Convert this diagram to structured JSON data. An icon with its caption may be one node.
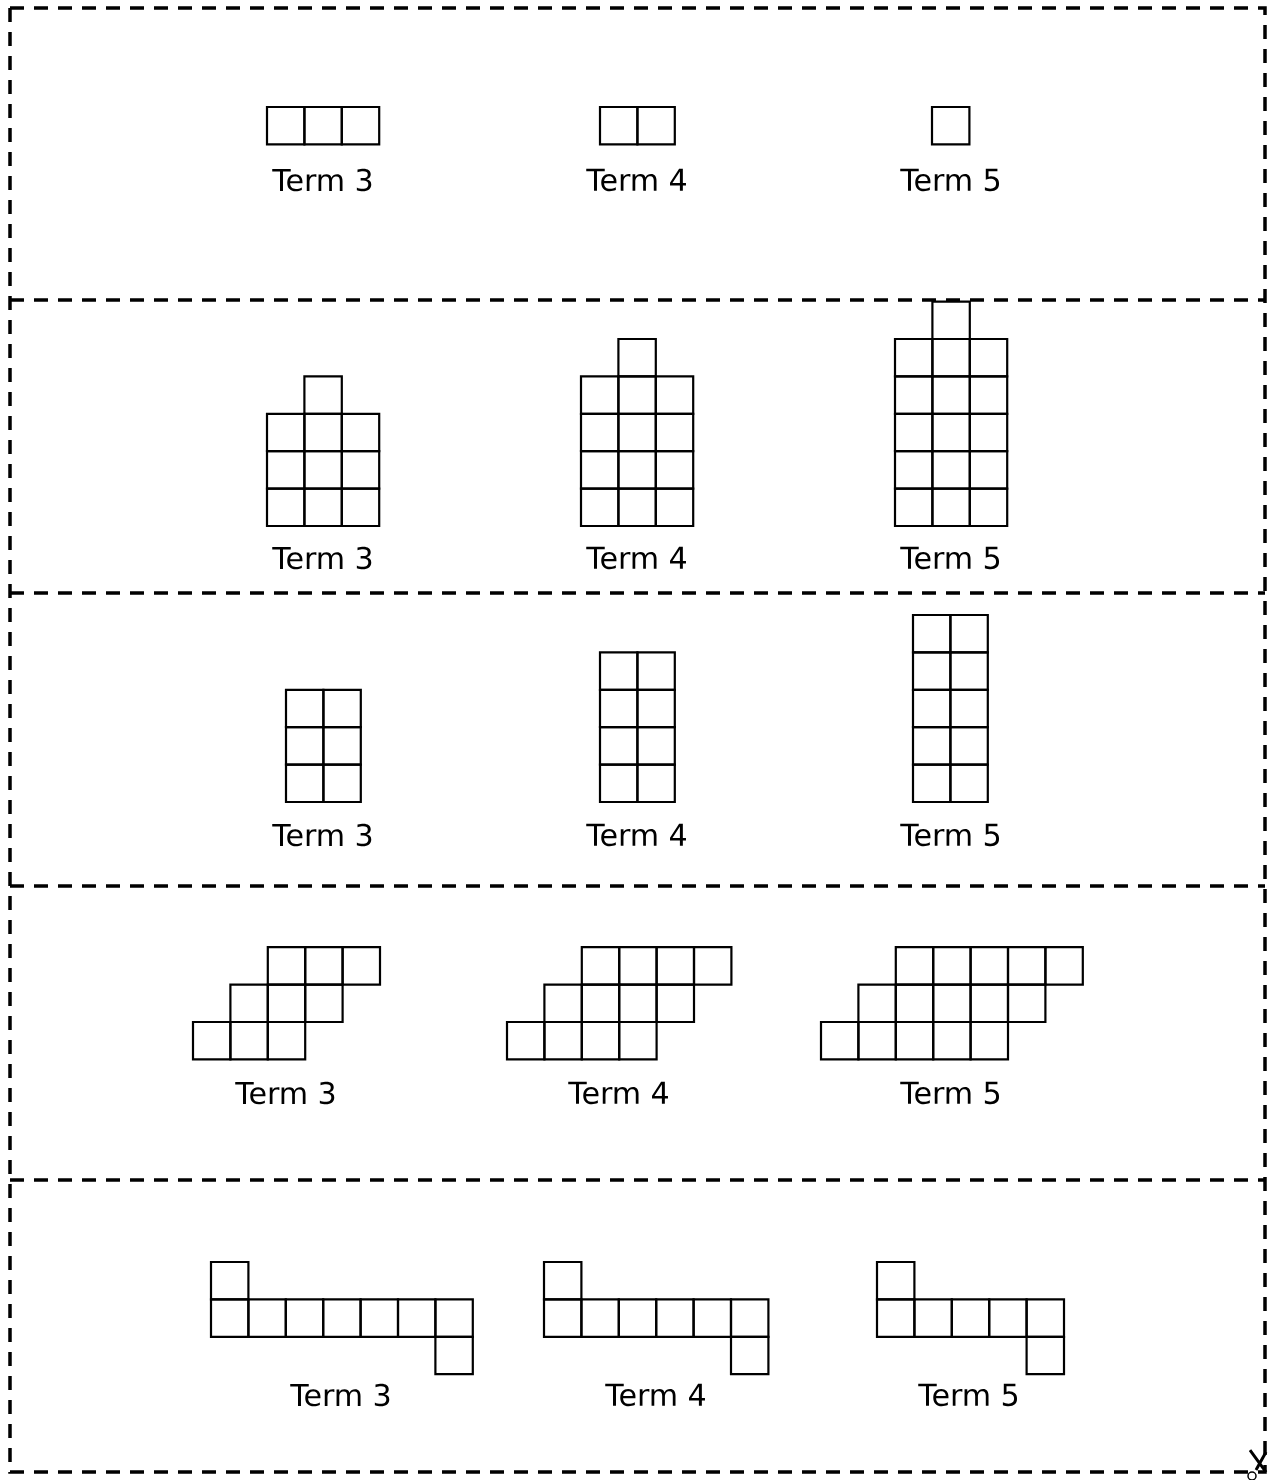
{
  "diagram": {
    "labels": [
      "Term 3",
      "Term 4",
      "Term 5",
      "Term 3",
      "Term 4",
      "Term 5",
      "Term 3",
      "Term 4",
      "Term 5",
      "Term 3",
      "Term 4",
      "Term 5",
      "Term 3",
      "Term 4",
      "Term 5"
    ]
  }
}
